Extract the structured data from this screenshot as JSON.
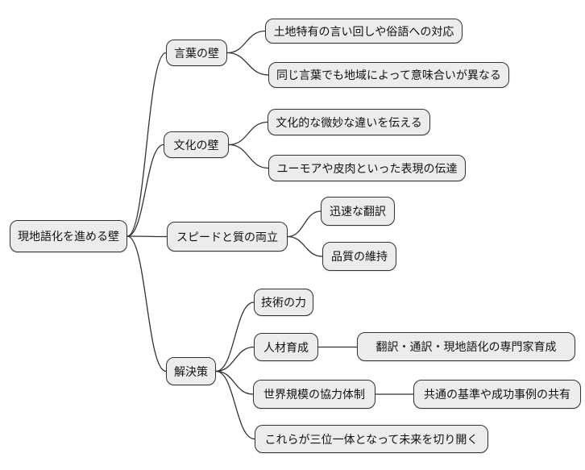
{
  "diagram": {
    "type": "mindmap",
    "colors": {
      "background": "#ffffff",
      "node_fill": "#ececec",
      "node_border": "#333333",
      "link": "#333333",
      "text": "#111111"
    },
    "root": {
      "label": "現地語化を進める壁"
    },
    "branches": [
      {
        "label": "言葉の壁",
        "children": [
          {
            "label": "土地特有の言い回しや俗語への対応"
          },
          {
            "label": "同じ言葉でも地域によって意味合いが異なる"
          }
        ]
      },
      {
        "label": "文化の壁",
        "children": [
          {
            "label": "文化的な微妙な違いを伝える"
          },
          {
            "label": "ユーモアや皮肉といった表現の伝達"
          }
        ]
      },
      {
        "label": "スピードと質の両立",
        "children": [
          {
            "label": "迅速な翻訳"
          },
          {
            "label": "品質の維持"
          }
        ]
      },
      {
        "label": "解決策",
        "children": [
          {
            "label": "技術の力"
          },
          {
            "label": "人材育成",
            "children": [
              {
                "label": "翻訳・通訳・現地語化の専門家育成"
              }
            ]
          },
          {
            "label": "世界規模の協力体制",
            "children": [
              {
                "label": "共通の基準や成功事例の共有"
              }
            ]
          },
          {
            "label": "これらが三位一体となって未来を切り開く"
          }
        ]
      }
    ]
  }
}
